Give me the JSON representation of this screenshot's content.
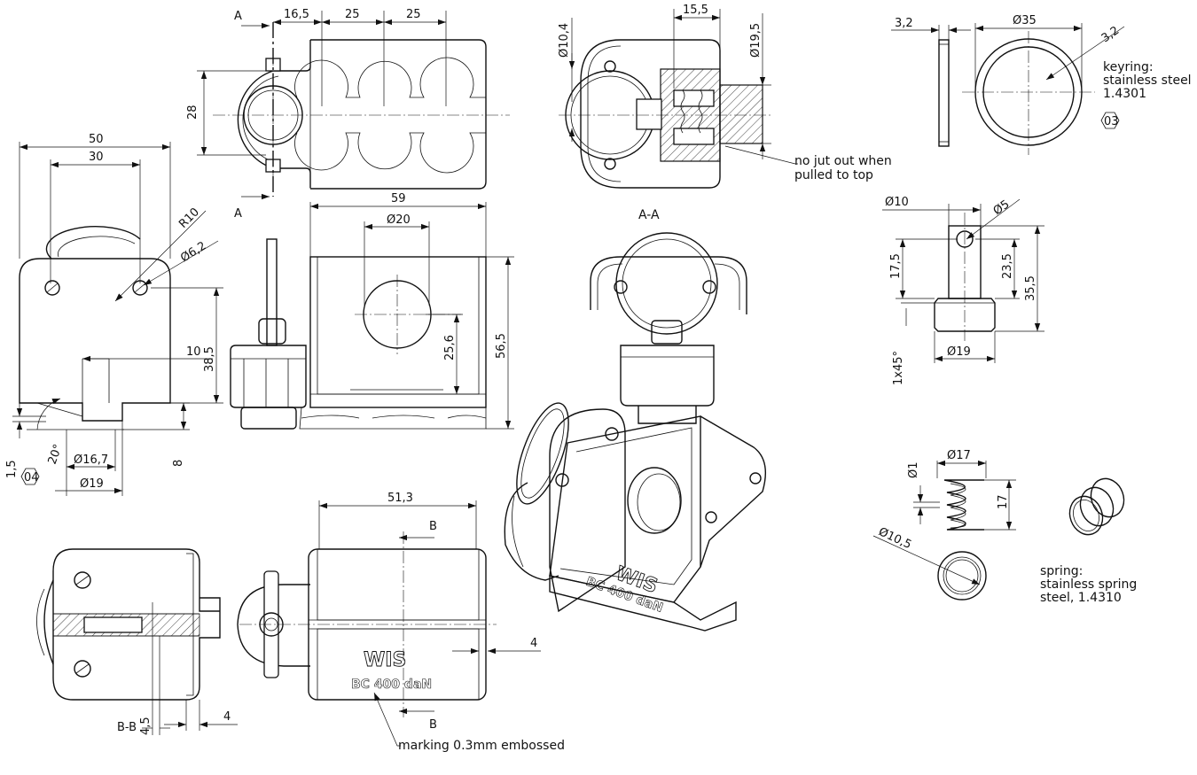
{
  "dimensions": {
    "top_view": {
      "d16_5": "16,5",
      "d25a": "25",
      "d25b": "25",
      "d28": "28",
      "section_label_top": "A",
      "section_label_bottom": "A"
    },
    "side_view": {
      "d50": "50",
      "d30": "30",
      "r10": "R10",
      "d6_2": "Ø6,2",
      "d38_5": "38,5",
      "d10": "10",
      "d1_5": "1,5",
      "a20": "20°",
      "d16_7": "Ø16,7",
      "d19": "Ø19",
      "d8": "8"
    },
    "front_view": {
      "d59": "59",
      "d20": "Ø20",
      "d25_6": "25,6",
      "d56_5": "56,5"
    },
    "section_aa": {
      "d10_4": "Ø10,4",
      "d15_5": "15,5",
      "d19_5": "Ø19,5",
      "title": "A-A"
    },
    "keyring": {
      "d3_2": "3,2",
      "d35": "Ø35",
      "d3_2b": "3,2"
    },
    "pin": {
      "d10": "Ø10",
      "d5": "Ø5",
      "d17_5": "17,5",
      "d23_5": "23,5",
      "d35_5": "35,5",
      "d19": "Ø19",
      "chamfer": "1x45°"
    },
    "spring": {
      "d17": "Ø17",
      "d1": "Ø1",
      "h17": "17",
      "d10_5": "Ø10,5"
    },
    "bottom_view": {
      "d51_3": "51,3",
      "d4": "4",
      "section_label_top": "B",
      "section_label_bottom": "B"
    },
    "section_bb": {
      "title": "B-B",
      "d4_5": "4,5",
      "d4": "4"
    }
  },
  "notes": {
    "jut": [
      "no jut out when",
      "pulled to top"
    ],
    "keyring_material": [
      "keyring:",
      "stainless steel",
      "1.4301"
    ],
    "spring_material": [
      "spring:",
      "stainless spring",
      "steel, 1.4310"
    ],
    "marking": "marking 0.3mm embossed"
  },
  "balloons": {
    "keyring": "03",
    "base": "04"
  },
  "marking_text": {
    "brand": "WIS",
    "rating": "BC 400 daN"
  }
}
